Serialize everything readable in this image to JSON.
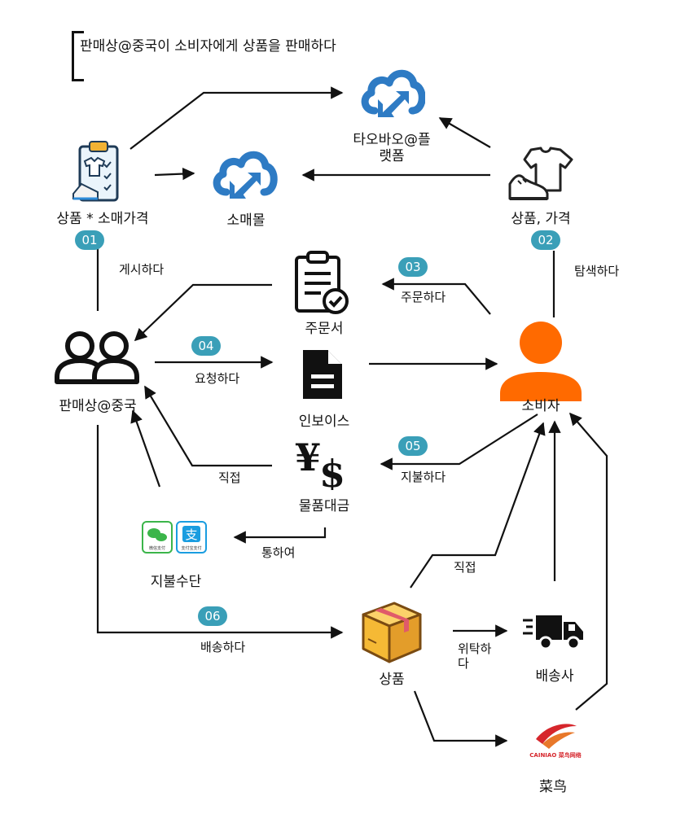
{
  "title": "판매상@중국이 소비자에게 상품을 판매하다",
  "nodes": {
    "taobao": "타오바오@플\n랫폼",
    "mall": "소매몰",
    "goods_retail": "상품 * 소매가격",
    "goods_price": "상품, 가격",
    "order": "주문서",
    "seller": "판매상@중국",
    "invoice": "인보이스",
    "consumer": "소비자",
    "payment": "물품대금",
    "pay_methods": "지불수단",
    "product": "상품",
    "shipper": "배송사",
    "cainiao": "菜鸟"
  },
  "edges": {
    "post": "게시하다",
    "search": "탐색하다",
    "order": "주문하다",
    "request": "요청하다",
    "pay": "지불하다",
    "direct1": "직접",
    "via": "통하여",
    "direct2": "직접",
    "delegate": "위탁하\n다",
    "ship": "배송하다"
  },
  "badges": [
    "01",
    "02",
    "03",
    "04",
    "05",
    "06"
  ],
  "logos": {
    "cainiao_text": "CAINIAO 菜鸟网络",
    "wechat_text": "微信支付",
    "alipay_text": "支付宝支付"
  },
  "colors": {
    "badge": "#3a9fb8",
    "cloud": "#2e7bc4",
    "consumer": "#ff6a00",
    "box": "#f5b935",
    "cainiao": "#d6262c"
  }
}
